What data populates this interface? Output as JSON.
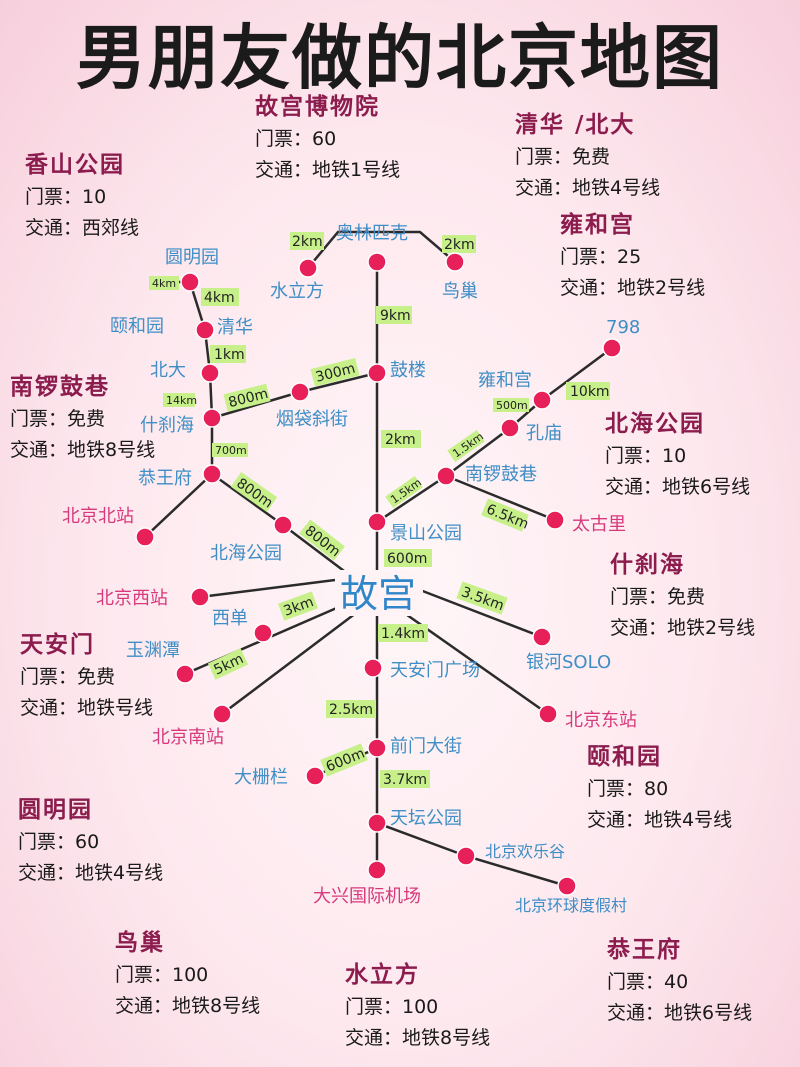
{
  "title": "男朋友做的北京地图",
  "hub": "故宫",
  "colors": {
    "node": "#e8205a",
    "line": "#2b2b2b",
    "tag": "#c8f08a",
    "title": "#8c1c4d",
    "blue": "#3f8ec6",
    "pink": "#d8397c"
  },
  "info_cards": [
    {
      "name": "故宫博物院",
      "ticket": "门票：60",
      "transit": "交通：地铁1号线"
    },
    {
      "name": "清华 /北大",
      "ticket": "门票：免费",
      "transit": "交通：地铁4号线"
    },
    {
      "name": "香山公园",
      "ticket": "门票：10",
      "transit": "交通：西郊线"
    },
    {
      "name": "雍和宫",
      "ticket": "门票：25",
      "transit": "交通：地铁2号线"
    },
    {
      "name": "南锣鼓巷",
      "ticket": "门票：免费",
      "transit": "交通：地铁8号线"
    },
    {
      "name": "北海公园",
      "ticket": "门票：10",
      "transit": "交通：地铁6号线"
    },
    {
      "name": "什刹海",
      "ticket": "门票：免费",
      "transit": "交通：地铁2号线"
    },
    {
      "name": "天安门",
      "ticket": "门票：免费",
      "transit": "交通：地铁号线"
    },
    {
      "name": "颐和园",
      "ticket": "门票：80",
      "transit": "交通：地铁4号线"
    },
    {
      "name": "圆明园",
      "ticket": "门票：60",
      "transit": "交通：地铁4号线"
    },
    {
      "name": "鸟巢",
      "ticket": "门票：100",
      "transit": "交通：地铁8号线"
    },
    {
      "name": "水立方",
      "ticket": "门票：100",
      "transit": "交通：地铁8号线"
    },
    {
      "name": "恭王府",
      "ticket": "门票：40",
      "transit": "交通：地铁6号线"
    }
  ],
  "places": {
    "aolinpike": "奥林匹克",
    "shuilifang": "水立方",
    "niaochao": "鸟巢",
    "yuanmingyuan": "圆明园",
    "yiheyuan": "颐和园",
    "qinghua": "清华",
    "beida": "北大",
    "shichahai": "什刹海",
    "gongwangfu": "恭王府",
    "beijingbeizhan": "北京北站",
    "yandaixiejie": "烟袋斜街",
    "gulou": "鼓楼",
    "yonghegong": "雍和宫",
    "n798": "798",
    "kongmiao": "孔庙",
    "nanluoguxiang": "南锣鼓巷",
    "taiguli": "太古里",
    "jingshan": "景山公园",
    "beihai": "北海公园",
    "beijingxizhan": "北京西站",
    "xidan": "西单",
    "yuyuantan": "玉渊潭",
    "beijingnanzhan": "北京南站",
    "yinhe": "银河SOLO",
    "beijingdongzhan": "北京东站",
    "tiananmen": "天安门广场",
    "qianmen": "前门大街",
    "dashilan": "大栅栏",
    "tiantan": "天坛公园",
    "huanlegu": "北京欢乐谷",
    "huanqiu": "北京环球度假村",
    "daxing": "大兴国际机场"
  },
  "distances": {
    "shuilifang": "2km",
    "niaochao": "2km",
    "aolin_gulou": "9km",
    "yuanming_yihe": "4km",
    "yuanming_qinghua": "4km",
    "qinghua_beida": "1km",
    "beida_shichahai": "14km",
    "shichahai_yandai": "800m",
    "yandai_gulou": "300m",
    "shichahai_gongwang": "700m",
    "gongwang_beihai": "800m",
    "beihai_hub": "800m",
    "gulou_jingshan": "2km",
    "n798": "10km",
    "yonghe_kong": "500m",
    "kong_nanluo": "1.5km",
    "nanluo_jingshan": "1.5km",
    "nanluo_taiguli": "6.5km",
    "jingshan_hub": "600m",
    "xidan_hub": "3km",
    "yuyuantan": "5km",
    "yinhe": "3.5km",
    "hub_tiananmen": "1.4km",
    "tiananmen_qianmen": "2.5km",
    "qianmen_dashilan": "600m",
    "qianmen_tiantan": "3.7km"
  }
}
